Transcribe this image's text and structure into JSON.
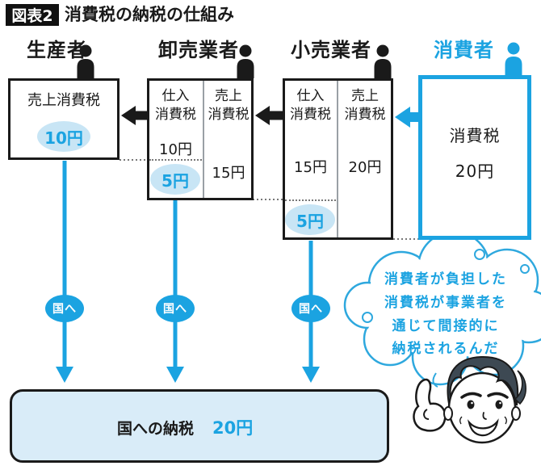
{
  "figure": {
    "badge": "図表2",
    "title": "消費税の納税の仕組み"
  },
  "actors": {
    "producer": "生産者",
    "wholesaler": "卸売業者",
    "retailer": "小売業者",
    "consumer": "消費者"
  },
  "boxes": {
    "producer": {
      "sales_label": "売上消費税",
      "to_nation": "10円"
    },
    "wholesaler": {
      "purchase_label": "仕入\n消費税",
      "purchase_value": "10円",
      "to_nation": "5円",
      "sales_label": "売上\n消費税",
      "sales_value": "15円"
    },
    "retailer": {
      "purchase_label": "仕入\n消費税",
      "purchase_value": "15円",
      "to_nation": "5円",
      "sales_label": "売上\n消費税",
      "sales_value": "20円"
    },
    "consumer": {
      "tax_label": "消費税",
      "tax_value": "20円"
    }
  },
  "flow": {
    "to_nation_label": "国へ"
  },
  "bottom": {
    "label": "国への納税",
    "value": "20円"
  },
  "speech_bubble": {
    "lines": [
      "消費者が負担した",
      "消費税が事業者を",
      "通じて間接的に",
      "納税されるんだ"
    ]
  },
  "colors": {
    "accent_blue": "#1ba3e1",
    "pay_ellipse_fill": "#c8e5f5",
    "bottom_box_fill": "#d9ecf8",
    "ink_black": "#1a1a1a"
  }
}
